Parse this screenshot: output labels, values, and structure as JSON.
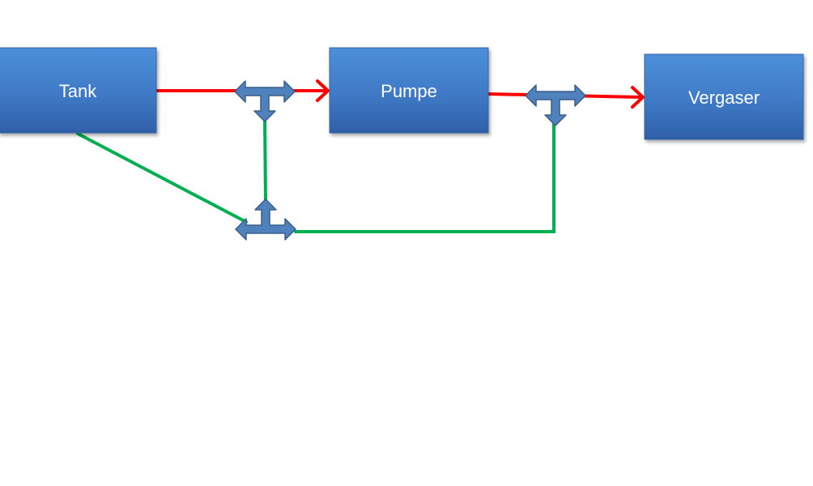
{
  "nodes": {
    "tank": {
      "label": "Tank"
    },
    "pumpe": {
      "label": "Pumpe"
    },
    "vergaser": {
      "label": "Vergaser"
    }
  },
  "colors": {
    "box_top": "#4d8bd6",
    "box_bottom": "#2f62a9",
    "box_border": "#3565a3",
    "supply_line": "#ff0000",
    "return_line": "#00b050",
    "connector_fill": "#4f81bd",
    "connector_stroke": "#385d8a"
  }
}
